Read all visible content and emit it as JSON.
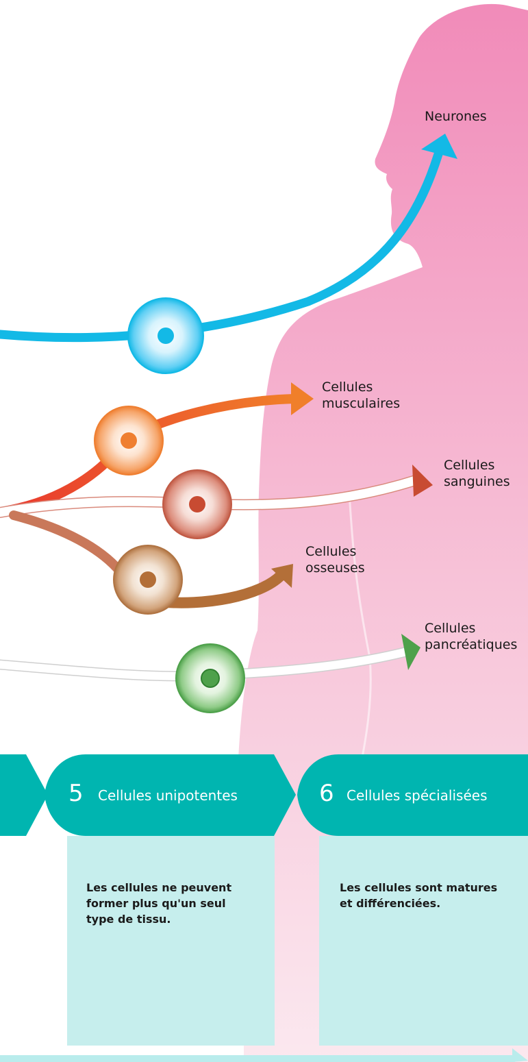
{
  "colors": {
    "neurons": "#13b9e6",
    "muscle": "#f07f2a",
    "blood": "#c84b32",
    "bone": "#b36f38",
    "pancreas": "#4ea14b",
    "band": "#00b5b0",
    "panel": "#c6eeed",
    "body_top": "#f18bb9",
    "body_bottom": "#fbe8ef"
  },
  "labels": {
    "neurons": [
      "Neurones"
    ],
    "muscle": [
      "Cellules",
      "musculaires"
    ],
    "blood": [
      "Cellules",
      "sanguines"
    ],
    "bone": [
      "Cellules",
      "osseuses"
    ],
    "pancreas": [
      "Cellules",
      "pancréatiques"
    ]
  },
  "stages": [
    {
      "number": "5",
      "title": "Cellules unipotentes",
      "description": [
        "Les cellules ne peuvent",
        "former plus qu'un seul",
        "type de tissu."
      ]
    },
    {
      "number": "6",
      "title": "Cellules spécialisées",
      "description": [
        "Les cellules sont matures",
        "et différenciées."
      ]
    }
  ]
}
